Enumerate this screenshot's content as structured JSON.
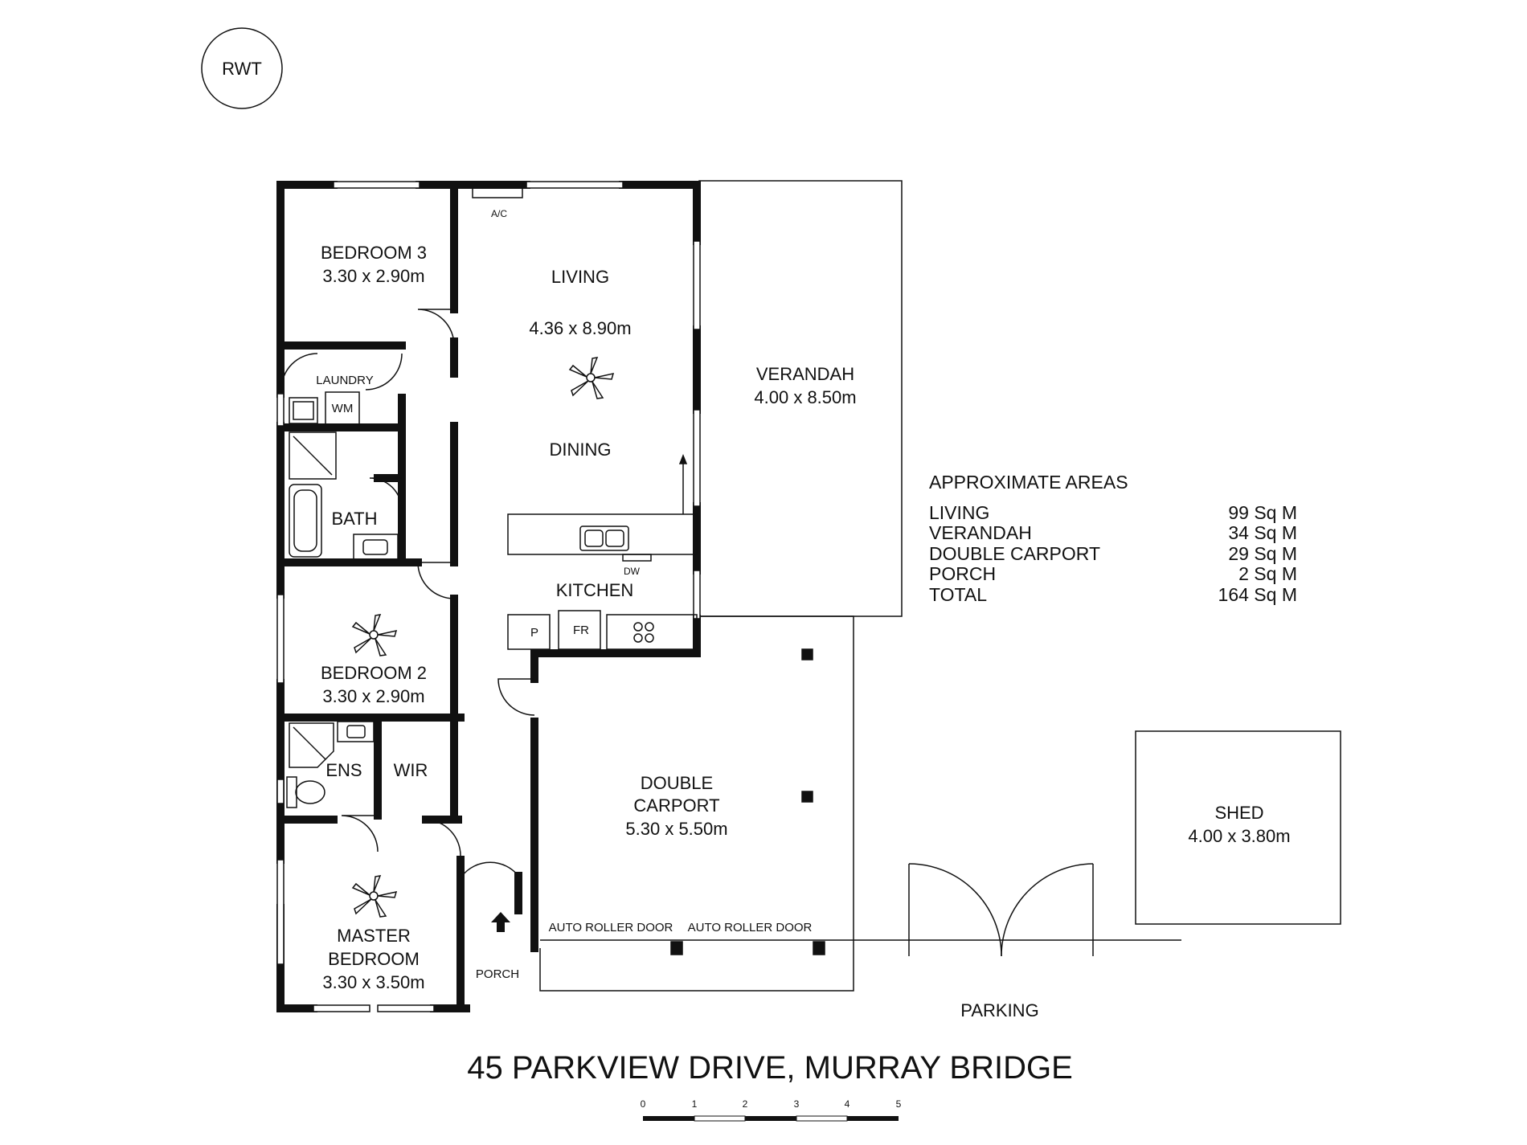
{
  "logo": "RWT",
  "rooms": {
    "bedroom3": {
      "name": "BEDROOM 3",
      "size": "3.30 x 2.90m"
    },
    "living": {
      "name": "LIVING",
      "size": "4.36 x 8.90m"
    },
    "dining": {
      "name": "DINING"
    },
    "verandah": {
      "name": "VERANDAH",
      "size": "4.00 x 8.50m"
    },
    "laundry": {
      "name": "LAUNDRY"
    },
    "bath": {
      "name": "BATH"
    },
    "kitchen": {
      "name": "KITCHEN"
    },
    "bedroom2": {
      "name": "BEDROOM 2",
      "size": "3.30 x 2.90m"
    },
    "ensuite": {
      "name": "ENS"
    },
    "wir": {
      "name": "WIR"
    },
    "master": {
      "name_line1": "MASTER",
      "name_line2": "BEDROOM",
      "size": "3.30 x 3.50m"
    },
    "carport": {
      "name_line1": "DOUBLE",
      "name_line2": "CARPORT",
      "size": "5.30 x 5.50m"
    },
    "porch": {
      "name": "PORCH"
    },
    "shed": {
      "name": "SHED",
      "size": "4.00 x 3.80m"
    },
    "parking": {
      "name": "PARKING"
    }
  },
  "fixtures": {
    "ac": "A/C",
    "wm": "WM",
    "dw": "DW",
    "pantry": "P",
    "fridge": "FR",
    "roller_door_1": "AUTO ROLLER DOOR",
    "roller_door_2": "AUTO ROLLER DOOR"
  },
  "areas": {
    "title": "APPROXIMATE AREAS",
    "rows": [
      {
        "label": "LIVING",
        "value": "99 Sq M"
      },
      {
        "label": "VERANDAH",
        "value": "34 Sq M"
      },
      {
        "label": "DOUBLE CARPORT",
        "value": "29 Sq M"
      },
      {
        "label": "PORCH",
        "value": "2 Sq M"
      },
      {
        "label": "TOTAL",
        "value": "164 Sq M"
      }
    ]
  },
  "address": "45 PARKVIEW DRIVE, MURRAY BRIDGE",
  "scale": {
    "ticks": [
      "0",
      "1",
      "2",
      "3",
      "4",
      "5"
    ]
  }
}
